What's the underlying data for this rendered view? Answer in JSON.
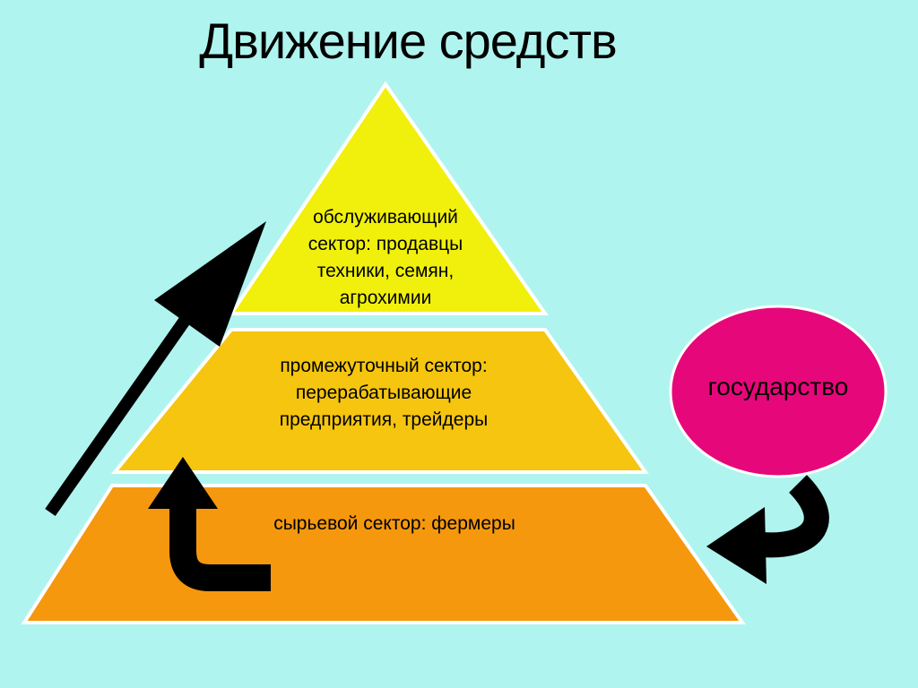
{
  "title": "Движение средств",
  "tiers": {
    "top": {
      "label": "обслуживающий\nсектор: продавцы\nтехники, семян,\nагрохимии",
      "color": "#f0f00c"
    },
    "middle": {
      "label": "промежуточный сектор:\nперерабатывающие\nпредприятия, трейдеры",
      "color": "#f5c510"
    },
    "bottom": {
      "label": "сырьевой сектор: фермеры",
      "color": "#f5980e"
    }
  },
  "state": {
    "label": "государство",
    "color": "#e6087a"
  },
  "background": "#b0f4ef",
  "arrow_color": "#000000"
}
